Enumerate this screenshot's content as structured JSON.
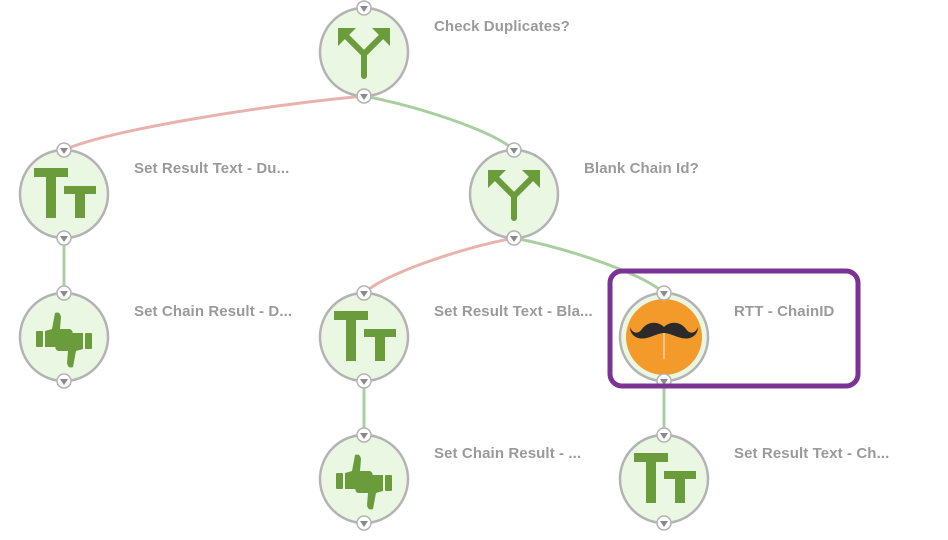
{
  "colors": {
    "node_fill": "#eaf7e2",
    "node_stroke": "#b3b3b3",
    "icon_green": "#6a9c3b",
    "edge_true": "#a9cfa0",
    "edge_false": "#e8b2ad",
    "port_fill": "#ffffff",
    "port_arrow": "#8a8a8a",
    "selection": "#7a3394",
    "highlight_fill": "#f39a2a",
    "mustache": "#2a2a2a",
    "label": "#9a9a9a"
  },
  "nodes": [
    {
      "id": "n1",
      "name": "check-duplicates-node",
      "icon": "branch-icon",
      "label": "Check Duplicates?"
    },
    {
      "id": "n2",
      "name": "set-result-text-duplicates-node",
      "icon": "text-icon",
      "label": "Set Result Text - Du..."
    },
    {
      "id": "n3",
      "name": "blank-chain-id-node",
      "icon": "branch-icon",
      "label": "Blank Chain Id?"
    },
    {
      "id": "n4",
      "name": "set-chain-result-duplicates-node",
      "icon": "thumbs-icon",
      "label": "Set Chain Result - D..."
    },
    {
      "id": "n5",
      "name": "set-result-text-blank-node",
      "icon": "text-icon",
      "label": "Set Result Text - Bla..."
    },
    {
      "id": "n6",
      "name": "rtt-chainid-node",
      "icon": "mustache-icon",
      "label": "RTT - ChainID",
      "selected": true
    },
    {
      "id": "n7",
      "name": "set-chain-result-blank-node",
      "icon": "thumbs-icon",
      "label": "Set Chain Result - ..."
    },
    {
      "id": "n8",
      "name": "set-result-text-chainid-node",
      "icon": "text-icon",
      "label": "Set Result Text - Ch..."
    }
  ],
  "edges": [
    {
      "from": "n1",
      "to": "n2",
      "kind": "false"
    },
    {
      "from": "n1",
      "to": "n3",
      "kind": "true"
    },
    {
      "from": "n2",
      "to": "n4",
      "kind": "true"
    },
    {
      "from": "n3",
      "to": "n5",
      "kind": "false"
    },
    {
      "from": "n3",
      "to": "n6",
      "kind": "true"
    },
    {
      "from": "n5",
      "to": "n7",
      "kind": "true"
    },
    {
      "from": "n6",
      "to": "n8",
      "kind": "true"
    }
  ]
}
